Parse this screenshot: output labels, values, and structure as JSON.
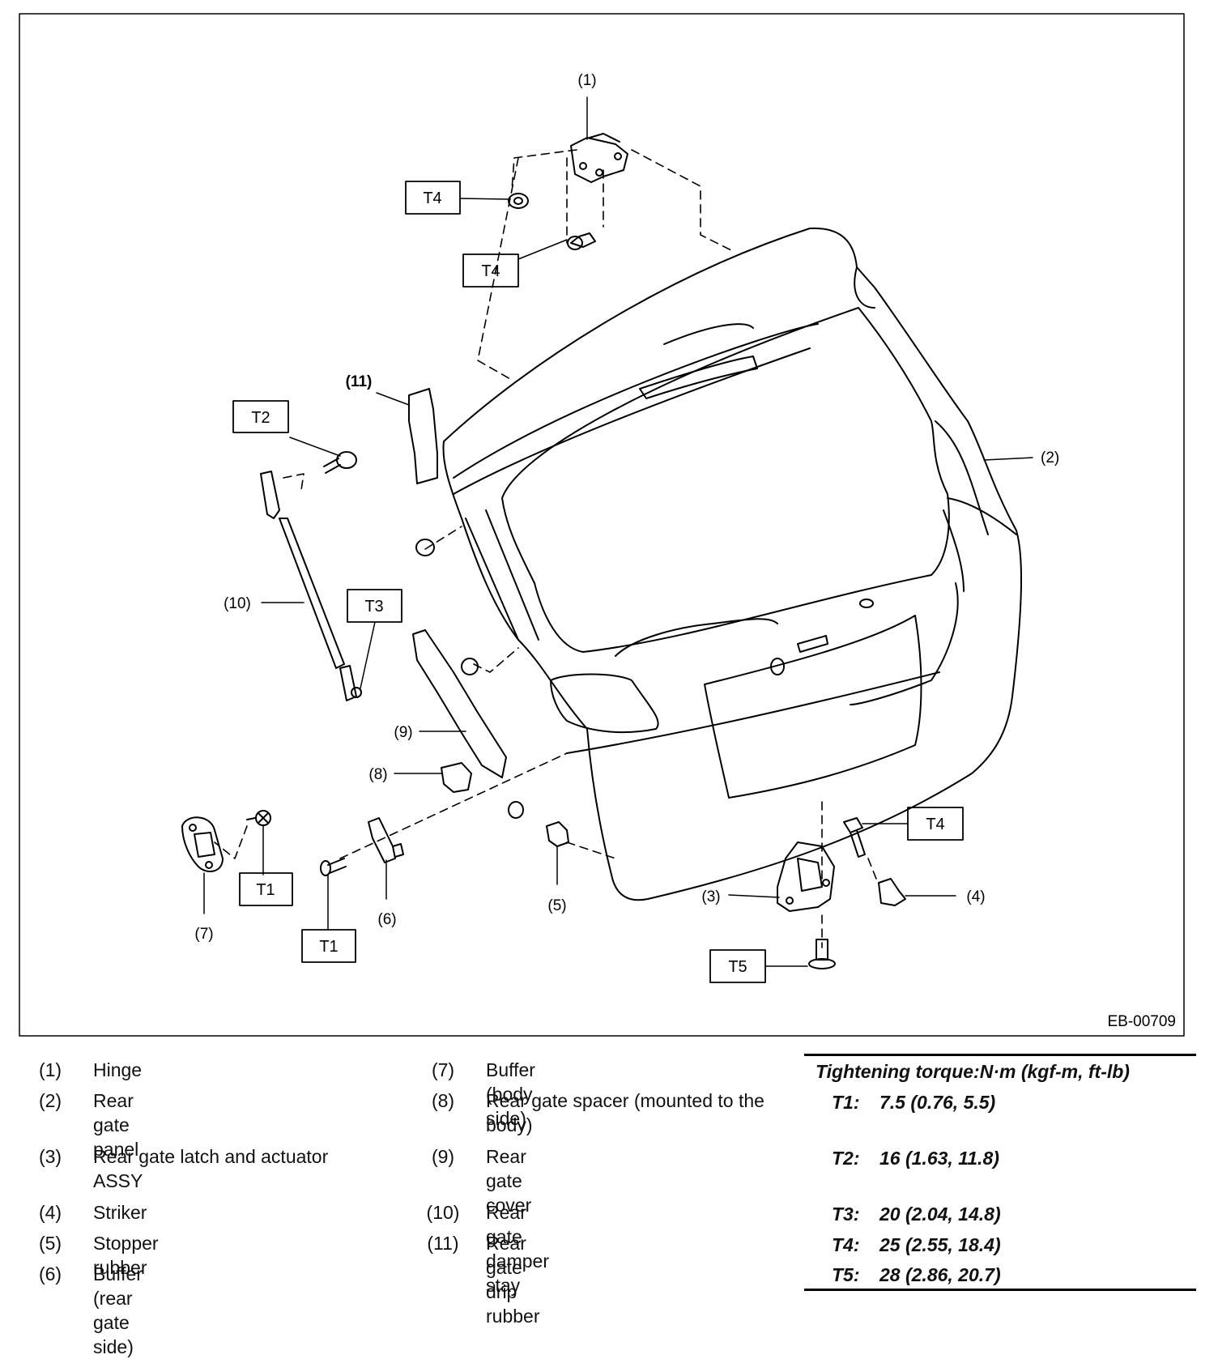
{
  "figure": {
    "code": "EB-00709",
    "callouts": [
      "(1)",
      "(2)",
      "(3)",
      "(4)",
      "(5)",
      "(6)",
      "(7)",
      "(8)",
      "(9)",
      "(10)",
      "(11)"
    ],
    "torque_boxes": [
      "T1",
      "T1",
      "T2",
      "T3",
      "T4",
      "T4",
      "T4",
      "T5"
    ]
  },
  "legend": {
    "col1": [
      {
        "num": "(1)",
        "text": "Hinge"
      },
      {
        "num": "(2)",
        "text": "Rear gate panel"
      },
      {
        "num": "(3)",
        "text": "Rear gate latch and actuator ASSY"
      },
      {
        "num": "(4)",
        "text": "Striker"
      },
      {
        "num": "(5)",
        "text": "Stopper rubber"
      },
      {
        "num": "(6)",
        "text": "Buffer (rear gate side)"
      }
    ],
    "col2": [
      {
        "num": "(7)",
        "text": "Buffer (body side)"
      },
      {
        "num": "(8)",
        "text": "Rear gate spacer (mounted to the body)"
      },
      {
        "num": "(9)",
        "text": "Rear gate cover"
      },
      {
        "num": "(10)",
        "text": "Rear gate damper stay"
      },
      {
        "num": "(11)",
        "text": "Rear gate drip rubber"
      }
    ]
  },
  "torque": {
    "title": "Tightening torque:N·m (kgf-m, ft-lb)",
    "items": [
      {
        "key": "T1:",
        "value": "7.5 (0.76, 5.5)"
      },
      {
        "key": "T2:",
        "value": "16 (1.63, 11.8)"
      },
      {
        "key": "T3:",
        "value": "20 (2.04, 14.8)"
      },
      {
        "key": "T4:",
        "value": "25 (2.55, 18.4)"
      },
      {
        "key": "T5:",
        "value": "28 (2.86, 20.7)"
      }
    ]
  }
}
